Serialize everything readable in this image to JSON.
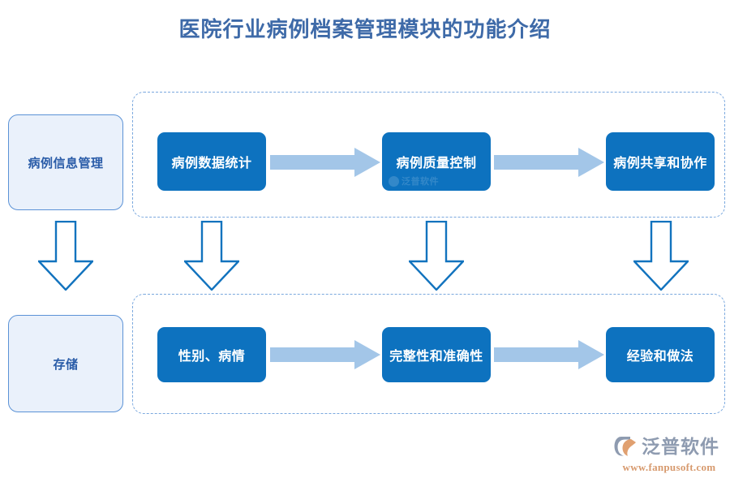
{
  "page": {
    "title": "医院行业病例档案管理模块的功能介绍",
    "background": "#ffffff"
  },
  "colors": {
    "title_text": "#3e6aa8",
    "process_box_fill": "#0d72bf",
    "process_box_text": "#ffffff",
    "category_box_fill": "#eaf1fb",
    "category_box_border": "#5b92d6",
    "category_box_text": "#2a5ca8",
    "right_arrow_fill": "#a3c6e8",
    "down_arrow_stroke": "#1273be",
    "down_arrow_fill": "#ffffff",
    "dashed_border": "#7aa8de",
    "brand_name_text": "#8e9bb0",
    "brand_url_text": "#d79a6e"
  },
  "categories": [
    {
      "id": "cat-top",
      "label": "病例信息管理"
    },
    {
      "id": "cat-bottom",
      "label": "存储"
    }
  ],
  "groups": [
    {
      "id": "group-top",
      "row": "top",
      "steps": [
        {
          "id": "p1",
          "label": "病例数据统计",
          "watermark": ""
        },
        {
          "id": "p2",
          "label": "病例质量控制",
          "watermark": "泛普软件"
        },
        {
          "id": "p3",
          "label": "病例共享和协作",
          "watermark": ""
        }
      ],
      "connectors": [
        {
          "id": "a1",
          "type": "arrow-right"
        },
        {
          "id": "a2",
          "type": "arrow-right"
        }
      ]
    },
    {
      "id": "group-bottom",
      "row": "bottom",
      "steps": [
        {
          "id": "p4",
          "label": "性别、病情",
          "watermark": ""
        },
        {
          "id": "p5",
          "label": "完整性和准确性",
          "watermark": ""
        },
        {
          "id": "p6",
          "label": "经验和做法",
          "watermark": ""
        }
      ],
      "connectors": [
        {
          "id": "a3",
          "type": "arrow-right"
        },
        {
          "id": "a4",
          "type": "arrow-right"
        }
      ]
    }
  ],
  "down_arrows": [
    {
      "id": "d1",
      "from": "病例信息管理",
      "to": "存储"
    },
    {
      "id": "d2",
      "from": "病例数据统计",
      "to": "性别、病情"
    },
    {
      "id": "d3",
      "from": "病例质量控制",
      "to": "完整性和准确性"
    },
    {
      "id": "d4",
      "from": "病例共享和协作",
      "to": "经验和做法"
    }
  ],
  "brand": {
    "name": "泛普软件",
    "url": "www.fanpusoft.com"
  }
}
